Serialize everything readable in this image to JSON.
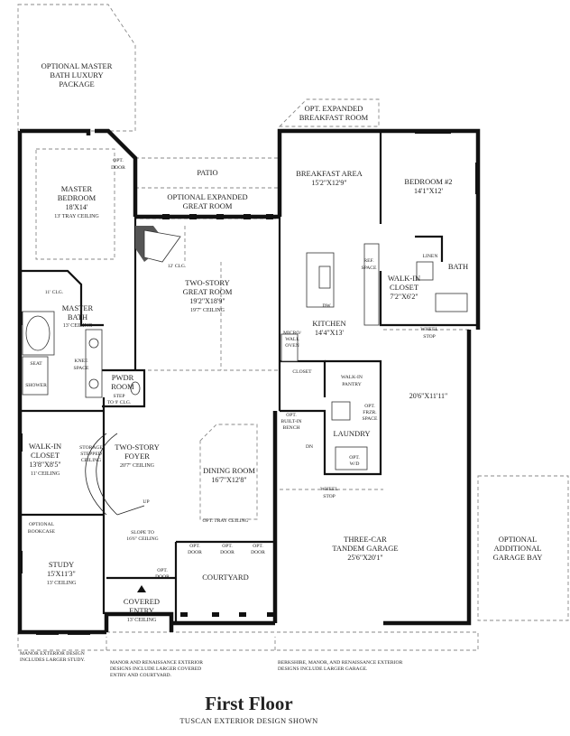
{
  "plan_title": "First Floor",
  "plan_subtitle": "TUSCAN EXTERIOR DESIGN SHOWN",
  "rooms": {
    "optional_master_bath_luxury": [
      "OPTIONAL MASTER",
      "BATH LUXURY",
      "PACKAGE"
    ],
    "opt_door_master": [
      "OPT.",
      "DOOR"
    ],
    "master_bedroom": {
      "name": [
        "MASTER",
        "BEDROOM"
      ],
      "dim": "18'X14'",
      "note": "13' TRAY CEILING"
    },
    "patio": "PATIO",
    "optional_expanded_great_room": [
      "OPTIONAL EXPANDED",
      "GREAT ROOM"
    ],
    "opt_expanded_breakfast_room": [
      "OPT. EXPANDED",
      "BREAKFAST ROOM"
    ],
    "breakfast_area": {
      "name": "BREAKFAST AREA",
      "dim": "15'2\"X12'9\""
    },
    "bedroom_2": {
      "name": "BEDROOM #2",
      "dim": "14'1\"X12'"
    },
    "linen": "LINEN",
    "bath": "BATH",
    "walk_in_closet_2": {
      "name": [
        "WALK-IN",
        "CLOSET"
      ],
      "dim": "7'2\"X6'2\""
    },
    "ref_space": [
      "REF.",
      "SPACE"
    ],
    "dw": "DW",
    "ceiling_12_clg": "12' CLG.",
    "ceiling_11_clg": "11' CLG.",
    "great_room": {
      "name": [
        "TWO-STORY",
        "GREAT ROOM"
      ],
      "dim": "19'2\"X18'9\"",
      "note": "19'7\" CEILING"
    },
    "master_bath": {
      "name": [
        "MASTER",
        "BATH"
      ],
      "note": "13' CEILING"
    },
    "seat": "SEAT",
    "shower": "SHOWER",
    "knee_space": [
      "KNEE",
      "SPACE"
    ],
    "kitchen": {
      "name": "KITCHEN",
      "dim": "14'4\"X13'"
    },
    "micro_wall_oven": [
      "MICRO/",
      "WALL",
      "OVEN"
    ],
    "wheel_stop_upper": [
      "WHEEL",
      "STOP"
    ],
    "closet": "CLOSET",
    "walk_in_pantry": [
      "WALK-IN",
      "PANTRY"
    ],
    "pwdr_room": {
      "name": [
        "PWDR",
        "ROOM"
      ],
      "note": [
        "STEP",
        "TO 9' CLG."
      ]
    },
    "garage_dim_upper": "20'6\"X11'11\"",
    "opt_frzr_space": [
      "OPT.",
      "FRZR.",
      "SPACE"
    ],
    "opt_built_in_bench": [
      "OPT.",
      "BUILT-IN",
      "BENCH"
    ],
    "laundry": "LAUNDRY",
    "opt_wd": [
      "OPT.",
      "W/D"
    ],
    "dn": "DN",
    "walk_in_closet_master": {
      "name": [
        "WALK-IN",
        "CLOSET"
      ],
      "dim": "13'8\"X8'5\"",
      "note": "11' CEILING"
    },
    "storage_stepped": [
      "STORAGE",
      "STEPPED",
      "CEILING"
    ],
    "foyer": {
      "name": [
        "TWO-STORY",
        "FOYER"
      ],
      "note": "20'7\" CEILING"
    },
    "dining_room": {
      "name": "DINING ROOM",
      "dim": "16'7\"X12'8\""
    },
    "wheel_stop_lower": [
      "WHEEL",
      "STOP"
    ],
    "up": "UP",
    "opt_tray_ceiling": "OPT. TRAY CEILING",
    "optional_bookcase": [
      "OPTIONAL",
      "BOOKCASE"
    ],
    "slope_to": [
      "SLOPE TO",
      "16'6\" CEILING"
    ],
    "opt_door_1": [
      "OPT.",
      "DOOR"
    ],
    "opt_door_2": [
      "OPT.",
      "DOOR"
    ],
    "opt_door_3": [
      "OPT.",
      "DOOR"
    ],
    "garage": {
      "name": [
        "THREE-CAR",
        "TANDEM GARAGE"
      ],
      "dim": "25'6\"X20'1\""
    },
    "optional_garage_bay": [
      "OPTIONAL",
      "ADDITIONAL",
      "GARAGE BAY"
    ],
    "study": {
      "name": "STUDY",
      "dim": "15'X11'3\"",
      "note": "13' CEILING"
    },
    "opt_door_study": [
      "OPT.",
      "DOOR"
    ],
    "courtyard": "COURTYARD",
    "covered_entry": {
      "name": [
        "COVERED",
        "ENTRY"
      ],
      "note": "13' CEILING"
    }
  },
  "notes": {
    "manor_study": [
      "MANOR EXTERIOR DESIGN",
      "INCLUDES LARGER STUDY."
    ],
    "manor_renaissance_entry": [
      "MANOR AND RENAISSANCE EXTERIOR",
      "DESIGNS INCLUDE LARGER COVERED",
      "ENTRY AND COURTYARD."
    ],
    "berkshire_garage": [
      "BERKSHIRE, MANOR, AND RENAISSANCE EXTERIOR",
      "DESIGNS INCLUDE LARGER GARAGE."
    ]
  }
}
